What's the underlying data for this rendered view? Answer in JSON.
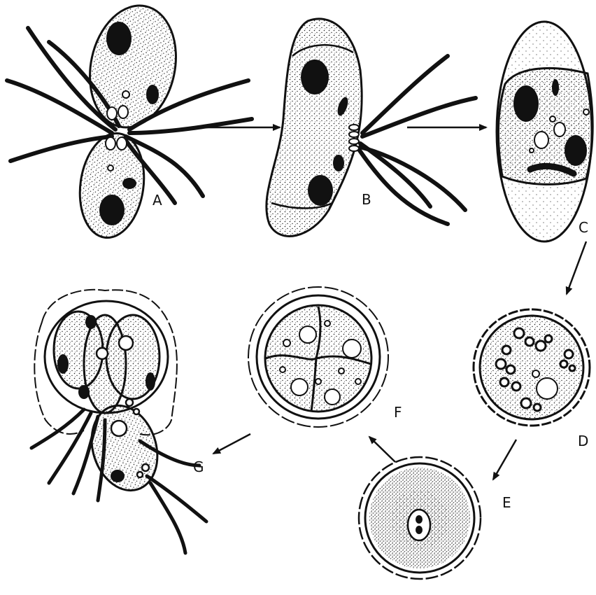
{
  "figure": {
    "stages": [
      {
        "id": "a",
        "label": "A"
      },
      {
        "id": "b",
        "label": "B"
      },
      {
        "id": "c",
        "label": "C"
      },
      {
        "id": "d",
        "label": "D"
      },
      {
        "id": "e",
        "label": "E"
      },
      {
        "id": "f",
        "label": "F"
      },
      {
        "id": "g",
        "label": "G"
      }
    ],
    "colors": {
      "ink": "#111111",
      "background": "#ffffff"
    }
  }
}
